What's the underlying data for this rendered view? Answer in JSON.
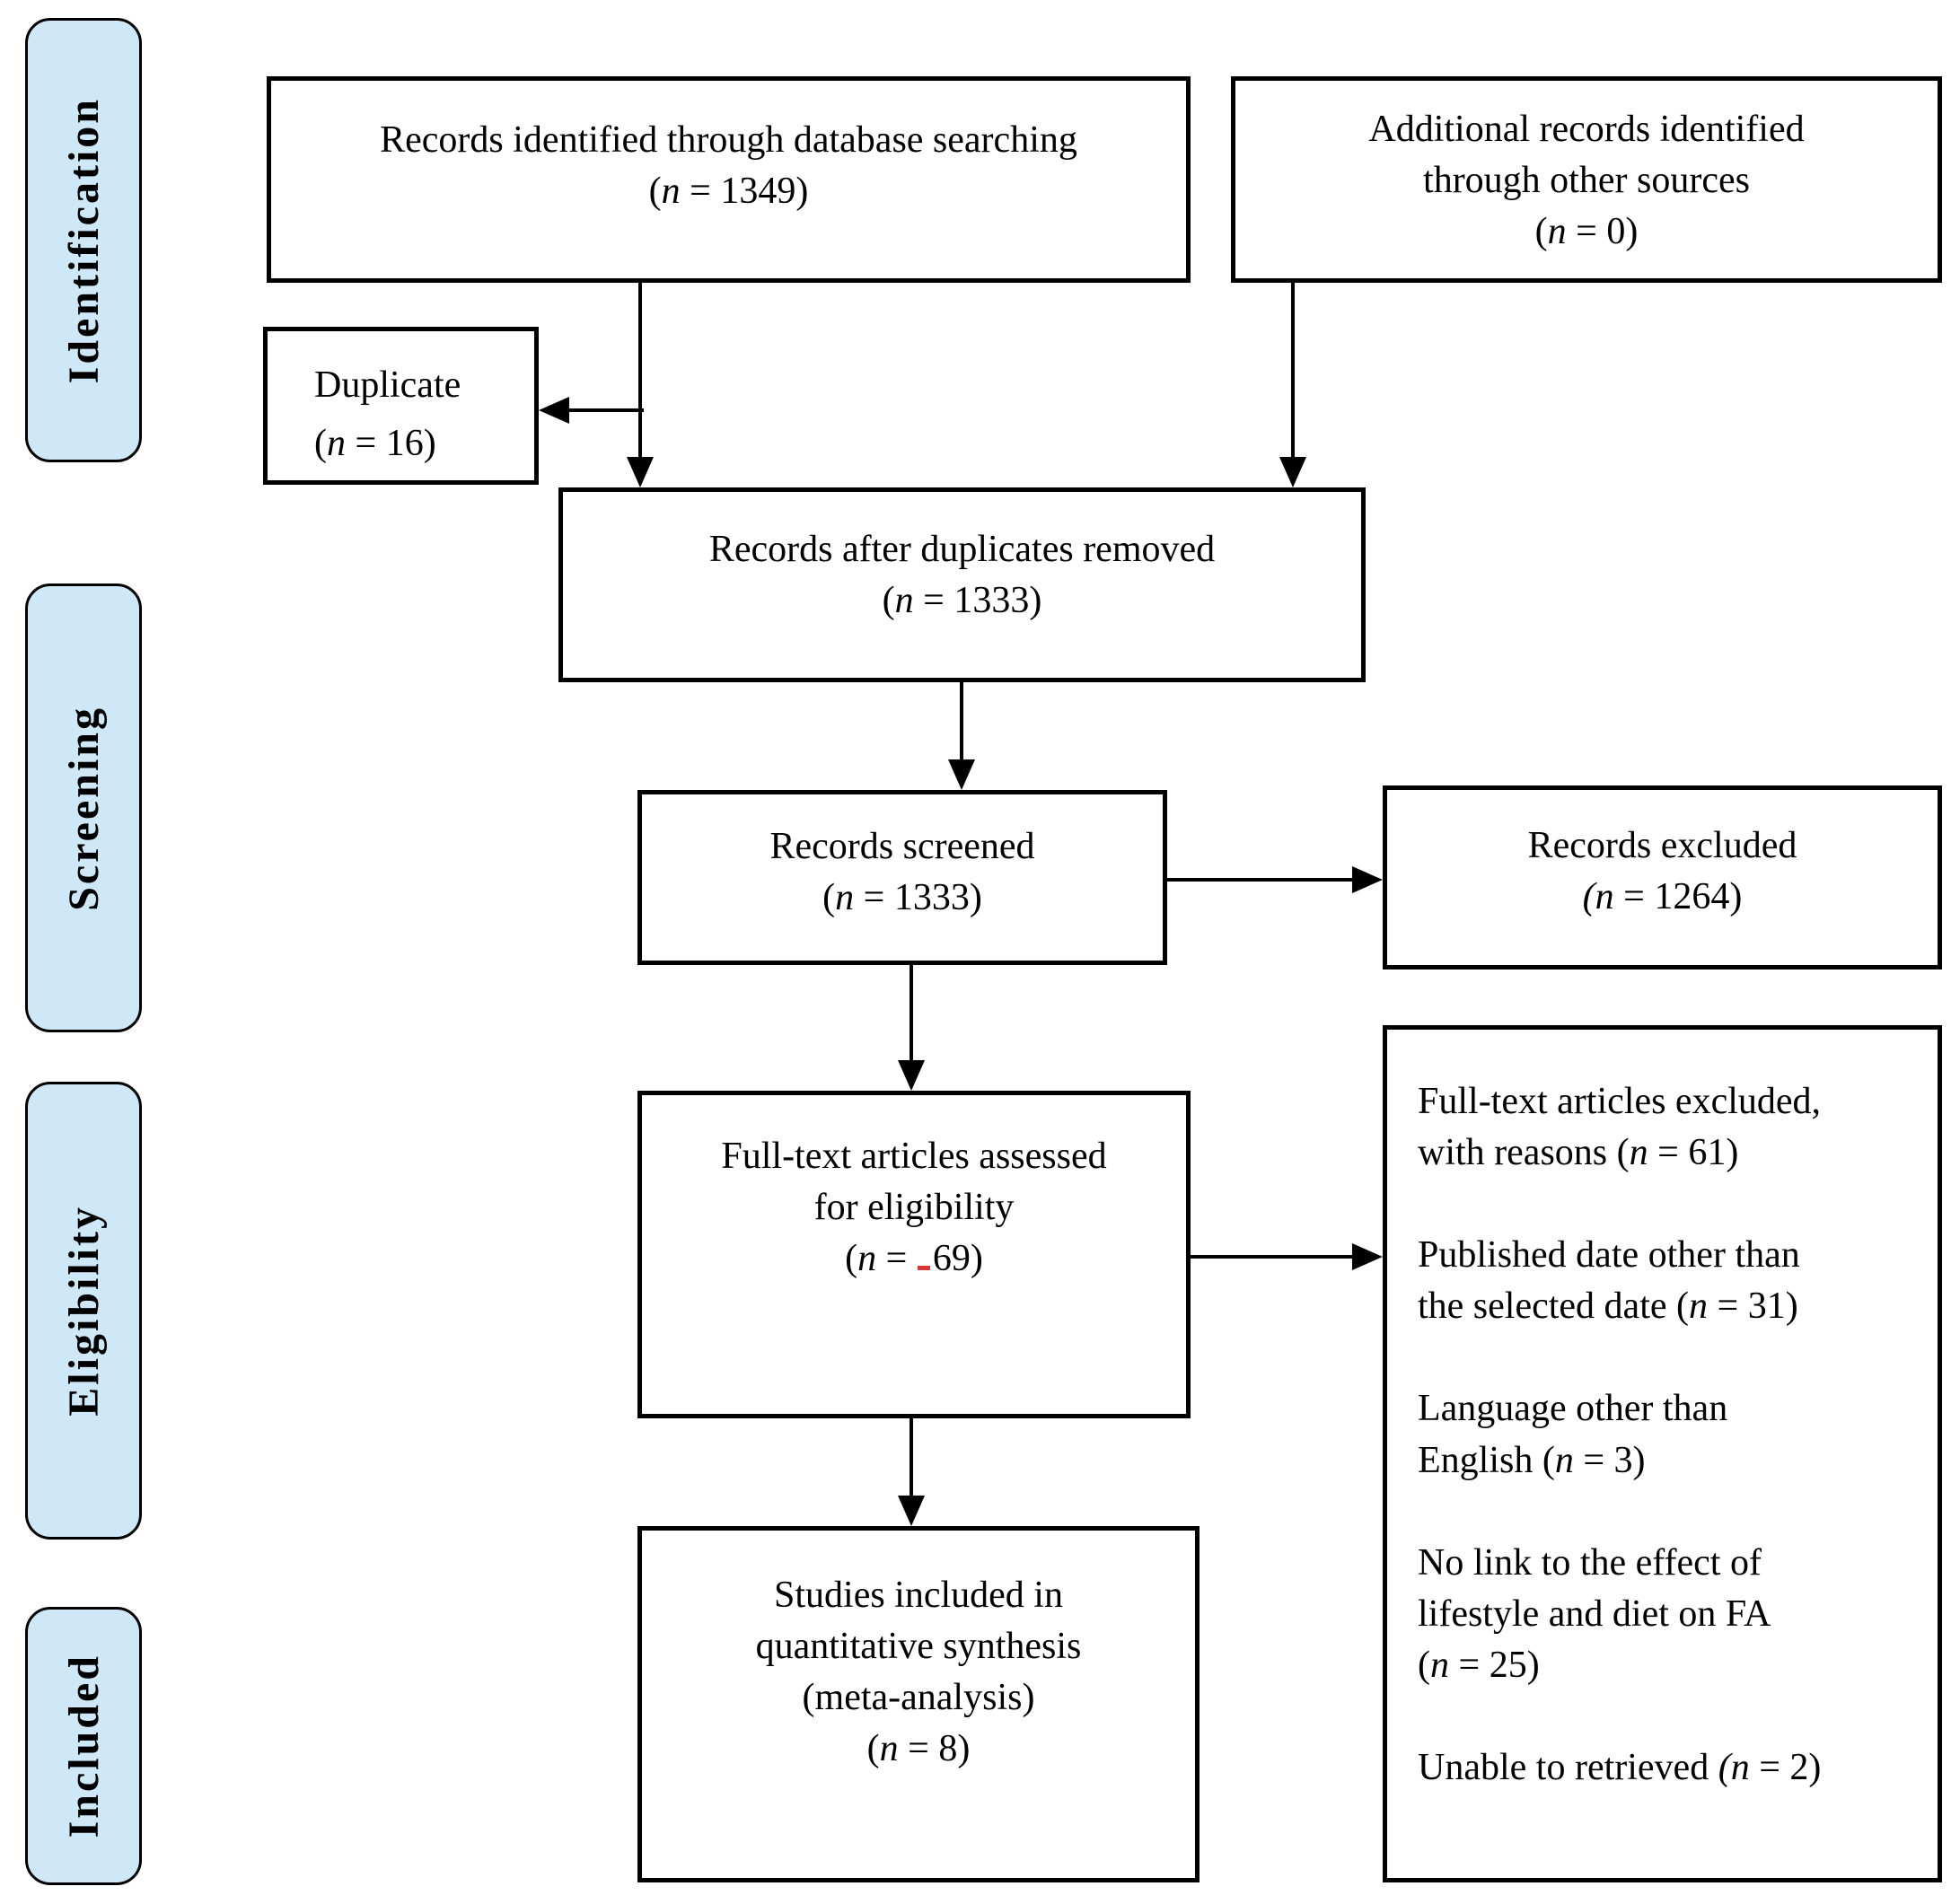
{
  "tokens": {
    "open": "(",
    "n": "n",
    "eq": " = ",
    "close": ")"
  },
  "colors": {
    "stage_fill": "#cfe8f8",
    "box_border": "#000000",
    "red_mark": "#d93636"
  },
  "sidebar": {
    "items": [
      {
        "label": "Identification"
      },
      {
        "label": "Screening"
      },
      {
        "label": "Eligibility"
      },
      {
        "label": "Included"
      }
    ]
  },
  "boxes": {
    "records_identified": {
      "label": "Records identified through database searching",
      "count": "1349"
    },
    "additional_records": {
      "label_line1": "Additional records identified",
      "label_line2": "through other sources",
      "count": "0"
    },
    "duplicate": {
      "label": "Duplicate",
      "count": "16"
    },
    "after_duplicates": {
      "label": "Records after duplicates removed",
      "count": "1333"
    },
    "records_screened": {
      "label": "Records screened",
      "count": "1333"
    },
    "records_excluded": {
      "label": "Records excluded",
      "count": "1264"
    },
    "fulltext_assessed": {
      "label_line1": "Full-text articles assessed",
      "label_line2": "for eligibility",
      "count": "69"
    },
    "fulltext_excluded": {
      "paragraphs": [
        {
          "lines": [
            "Full-text articles excluded,",
            "with reasons "
          ],
          "count": "61"
        },
        {
          "lines": [
            "Published date other than",
            "the selected date "
          ],
          "count": "31"
        },
        {
          "lines": [
            "Language other than",
            "English "
          ],
          "count": "3"
        },
        {
          "lines": [
            "No link to the effect of",
            "lifestyle and diet on FA"
          ],
          "count": "25"
        },
        {
          "lines": [
            "Unable to retrieved "
          ],
          "count": "2"
        }
      ]
    },
    "studies_included": {
      "label_line1": "Studies included in",
      "label_line2": "quantitative synthesis",
      "label_line3": "(meta-analysis)",
      "count": "8"
    }
  }
}
